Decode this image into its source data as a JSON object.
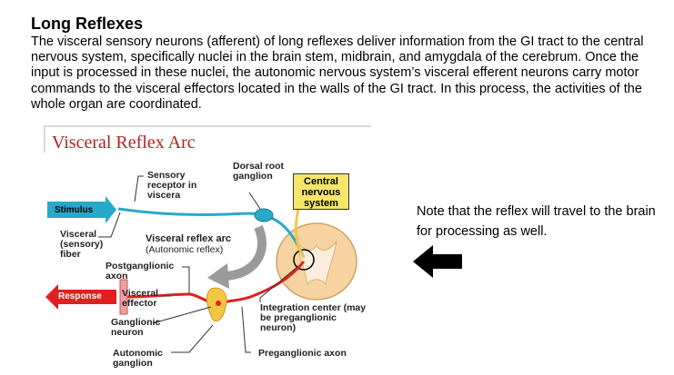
{
  "heading": "Long Reflexes",
  "paragraph": "The visceral sensory neurons (afferent) of long reflexes deliver information from the GI tract to the central nervous system, specifically nuclei in the brain stem, midbrain, and amygdala of the cerebrum.  Once the input is processed in these nuclei, the autonomic nervous system’s visceral efferent neurons carry motor commands to the visceral effectors located in the walls of the GI tract.  In this process, the activities of the whole organ are coordinated.",
  "figure": {
    "title": "Visceral Reflex Arc",
    "labels": {
      "sensory_receptor": "Sensory receptor in viscera",
      "dorsal_root": "Dorsal root ganglion",
      "cns": "Central nervous system",
      "stimulus": "Stimulus",
      "visceral_fiber": "Visceral (sensory) fiber",
      "reflex_arc": "Visceral reflex arc",
      "reflex_arc_sub": "(Autonomic reflex)",
      "postganglionic": "Postganglionic axon",
      "response": "Response",
      "visceral_effector": "Visceral effector",
      "ganglionic_neuron": "Ganglionic neuron",
      "integration_center": "Integration center (may be preganglionic neuron)",
      "autonomic_ganglion": "Autonomic ganglion",
      "preganglionic_axon": "Preganglionic axon"
    },
    "colors": {
      "sensory": "#29a9c9",
      "motor": "#e02020",
      "ganglion": "#f2c744",
      "cord": "#f6d3a0",
      "arrow_gray": "#9a9a9a"
    }
  },
  "note": "Note that the reflex will travel to the brain for processing as well.",
  "arrow_icon": "left-arrow-icon"
}
